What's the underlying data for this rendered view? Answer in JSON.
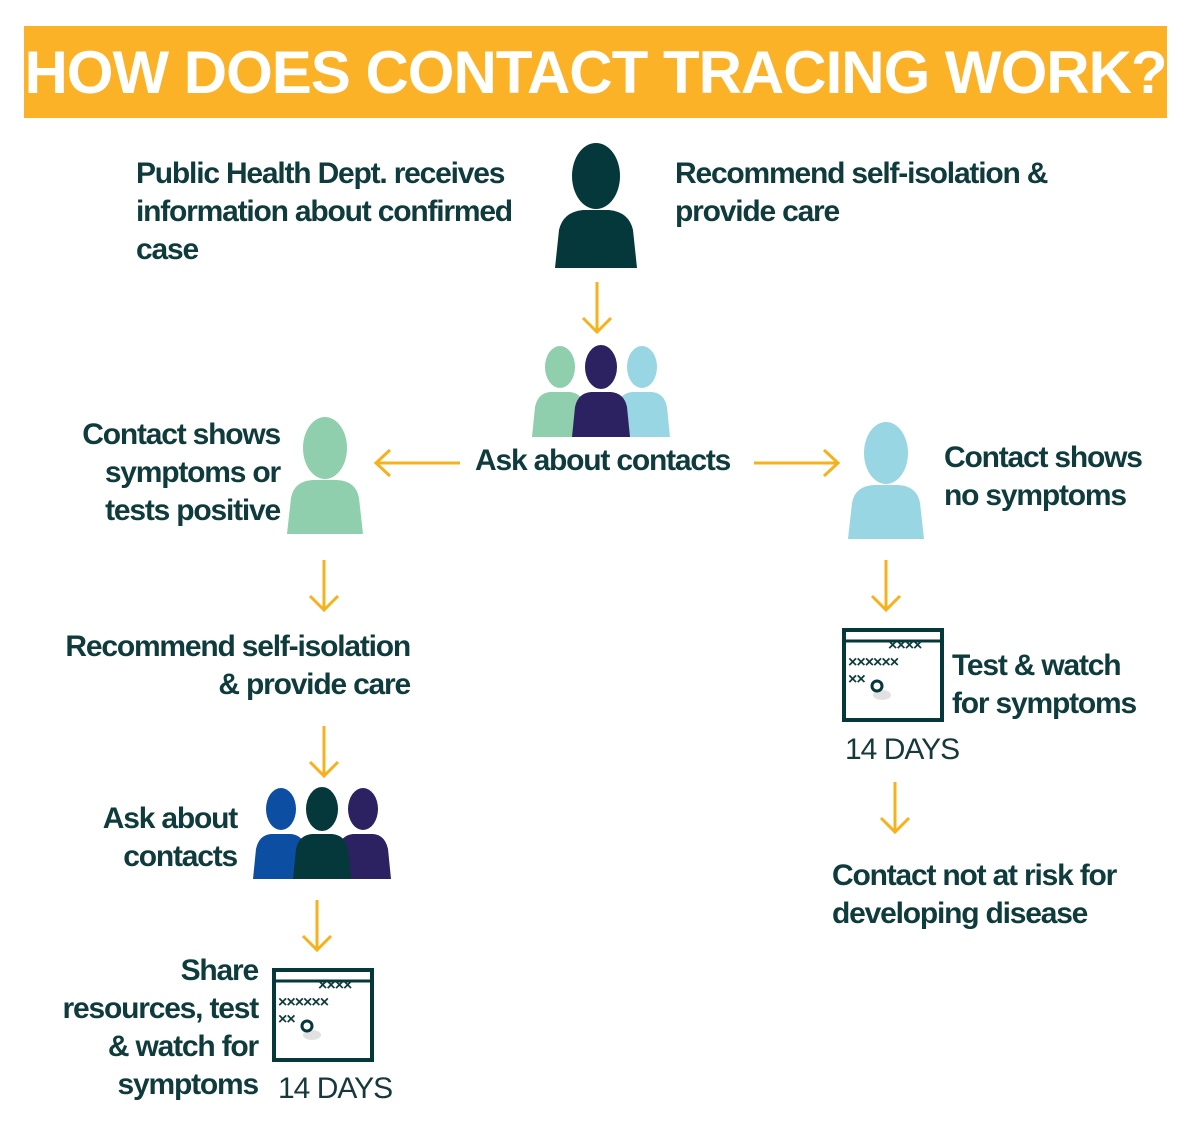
{
  "title": "HOW DOES CONTACT TRACING WORK?",
  "steps": {
    "receives_info": "Public Health Dept. receives information about confirmed case",
    "recommend_top": "Recommend self-isolation & provide care",
    "ask_contacts_center": "Ask about contacts",
    "contact_symptoms": "Contact shows symptoms or tests positive",
    "contact_no_symptoms": "Contact shows no symptoms",
    "recommend_left": "Recommend self-isolation & provide care",
    "test_watch": "Test & watch for symptoms",
    "days_right": "14 DAYS",
    "ask_contacts_left": "Ask about contacts",
    "not_at_risk": "Contact not at risk for developing disease",
    "share_resources": "Share resources, test & watch for symptoms",
    "days_left": "14 DAYS"
  },
  "calendar_marks": [
    "××××",
    "××××××",
    "××"
  ],
  "colors": {
    "banner": "#fbb226",
    "text": "#0f3b3d",
    "arrow": "#f5b21c",
    "dark_teal": "#04383a",
    "mint": "#8fcfae",
    "navy": "#2d2261",
    "light_blue": "#98d6e3",
    "royal_blue": "#0b4ea2"
  },
  "icons": [
    "person-icon",
    "group-icon",
    "calendar-icon",
    "arrow-icon"
  ]
}
